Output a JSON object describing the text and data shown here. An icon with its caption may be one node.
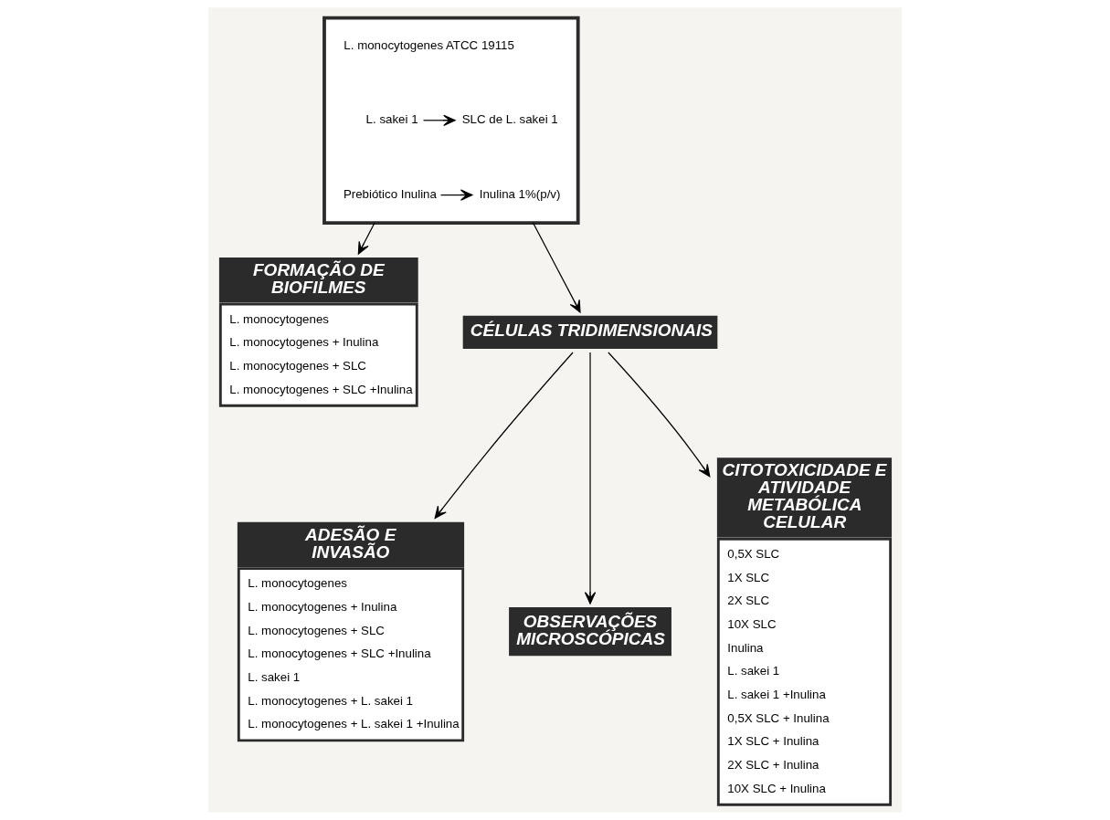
{
  "diagram": {
    "nodes": [
      {
        "text": [],
        "shape": "box"
      },
      {
        "text": [
          "L. monocytogenes ATCC 19115"
        ],
        "in": 0
      },
      {
        "text": [
          "L. sakei 1"
        ],
        "in": 0
      },
      {
        "text": [
          "SLC de L. sakei 1"
        ],
        "in": 0
      },
      {
        "text": [
          "Prebiótico Inulina"
        ],
        "in": 0
      },
      {
        "text": [
          "Inulina 1%(p/v)"
        ],
        "in": 0
      },
      {
        "text": [
          "FORMAÇÃO DE BIOFILMES",
          "L. monocytogenes",
          "L. monocytogenes + Inulina",
          "L. monocytogenes + SLC",
          "L. monocytogenes + SLC +Inulina"
        ]
      },
      {
        "text": [
          "CÉLULAS TRIDIMENSIONAIS"
        ]
      },
      {
        "text": [
          "ADESÃO E INVASÃO",
          "L. monocytogenes",
          "L. monocytogenes + Inulina",
          "L. monocytogenes + SLC",
          "L. monocytogenes + SLC +Inulina",
          "L. sakei 1",
          "L. monocytogenes + L. sakei 1",
          "L. monocytogenes + L. sakei 1 +Inulina"
        ]
      },
      {
        "text": [
          "OBSERVAÇÕES MICROSCÓPICAS"
        ]
      },
      {
        "text": [
          "CITOTOXICIDADE E ATIVIDADE METABÓLICA CELULAR",
          "0,5X SLC",
          "1X SLC",
          "2X SLC",
          "10X SLC",
          "Inulina",
          "L. sakei 1",
          "L. sakei 1 +Inulina",
          "0,5X SLC + Inulina",
          "1X SLC + Inulina",
          "2X SLC + Inulina",
          "10X SLC + Inulina"
        ]
      }
    ],
    "edges": [
      {
        "from": 0,
        "to": 6,
        "arrow": "to"
      },
      {
        "from": 0,
        "to": 7,
        "arrow": "to"
      },
      {
        "from": 2,
        "to": 3,
        "arrow": "to"
      },
      {
        "from": 4,
        "to": 5,
        "arrow": "to"
      },
      {
        "from": 7,
        "to": 8,
        "arrow": "to"
      },
      {
        "from": 7,
        "to": 9,
        "arrow": "to"
      },
      {
        "from": 7,
        "to": 10,
        "arrow": "to"
      }
    ]
  }
}
